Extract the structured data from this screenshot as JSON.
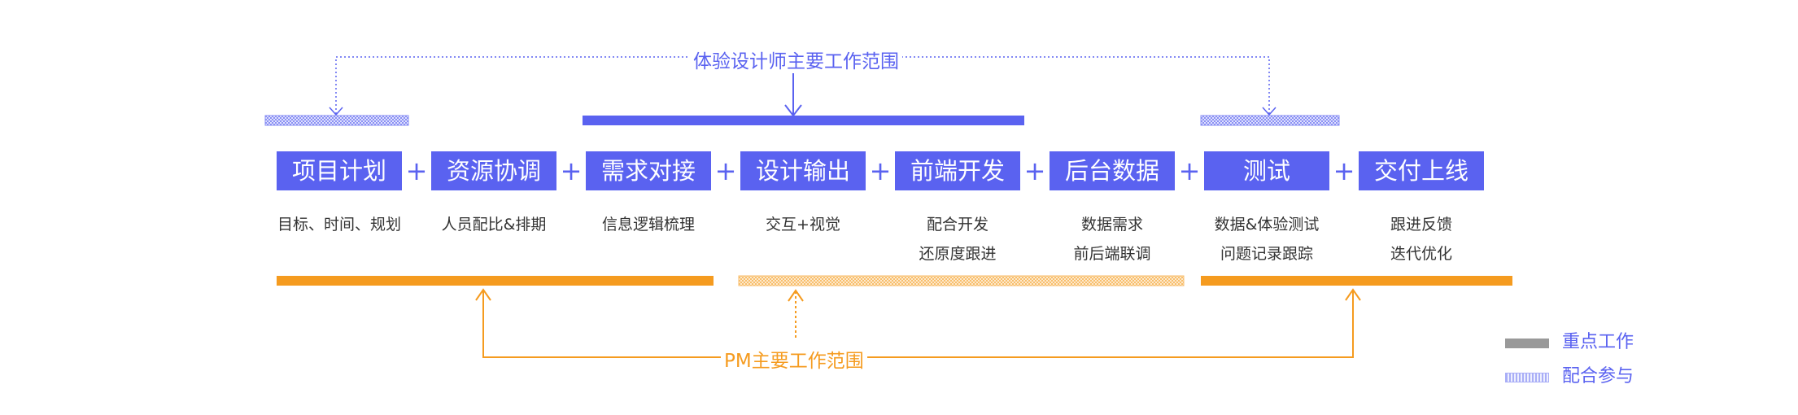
{
  "colors": {
    "designer": "#5a62f0",
    "pm": "#f59b1f",
    "text": "#333333",
    "legend_focus": "#999999"
  },
  "designer_scope": {
    "label": "体验设计师主要工作范围"
  },
  "pm_scope": {
    "label": "PM主要工作范围"
  },
  "steps": [
    {
      "label": "项目计划",
      "desc": [
        "目标、时间、规划"
      ]
    },
    {
      "label": "资源协调",
      "desc": [
        "人员配比&排期"
      ]
    },
    {
      "label": "需求对接",
      "desc": [
        "信息逻辑梳理"
      ]
    },
    {
      "label": "设计输出",
      "desc": [
        "交互+视觉"
      ]
    },
    {
      "label": "前端开发",
      "desc": [
        "配合开发",
        "还原度跟进"
      ]
    },
    {
      "label": "后台数据",
      "desc": [
        "数据需求",
        "前后端联调"
      ]
    },
    {
      "label": "测试",
      "desc": [
        "数据&体验测试",
        "问题记录跟踪"
      ]
    },
    {
      "label": "交付上线",
      "desc": [
        "跟进反馈",
        "迭代优化"
      ]
    }
  ],
  "plus_symbol": "+",
  "legend": {
    "focus": "重点工作",
    "assist": "配合参与"
  }
}
